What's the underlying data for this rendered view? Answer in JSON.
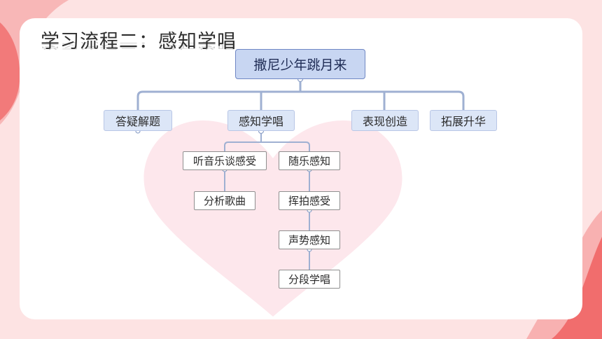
{
  "page": {
    "title": "学习流程二：感知学唱"
  },
  "mindmap": {
    "root": "撒尼少年跳月来",
    "branches": [
      "答疑解题",
      "感知学唱",
      "表现创造",
      "拓展升华"
    ],
    "sub_left": [
      "听音乐谈感受",
      "分析歌曲"
    ],
    "sub_right": [
      "随乐感知",
      "挥拍感受",
      "声势感知",
      "分段学唱"
    ]
  },
  "colors": {
    "background": "#fde3e3",
    "accent_coral": "#f27a7a",
    "accent_pink": "#f8b1b1",
    "card": "#ffffff",
    "root_fill": "#c8d6f2",
    "root_border": "#6f87c4",
    "branch_fill": "#dce6f7",
    "connector": "#9fb0d2",
    "heart": "#fde7ec"
  }
}
